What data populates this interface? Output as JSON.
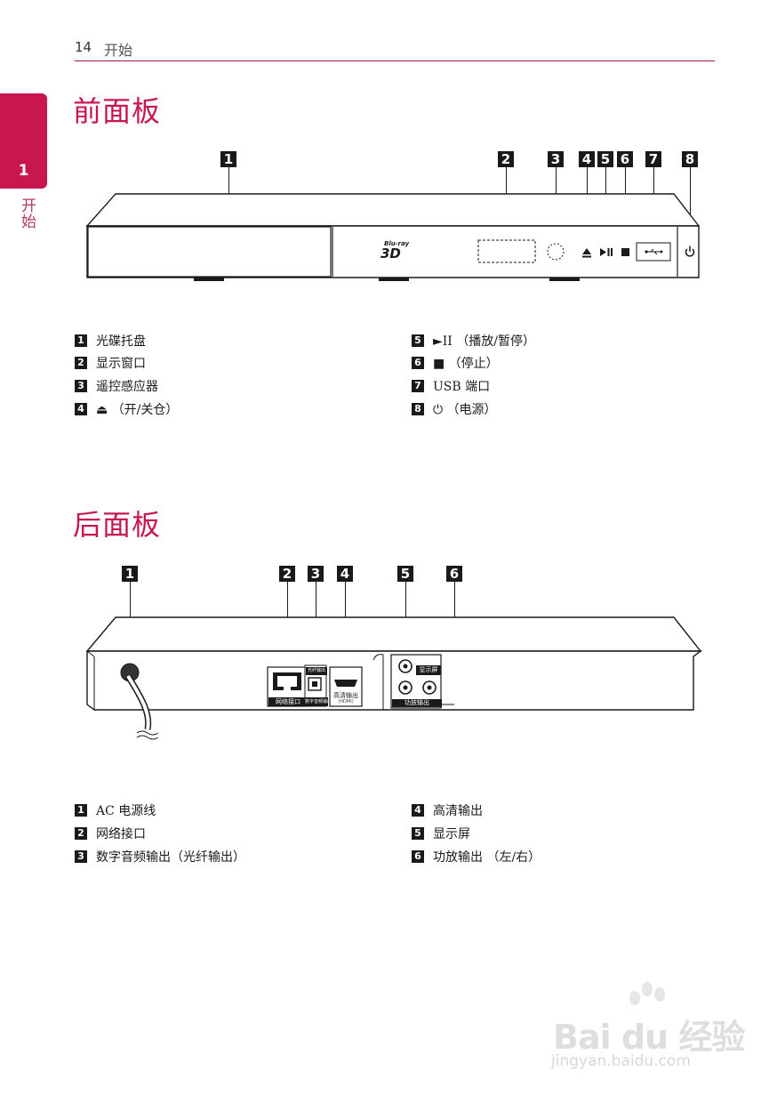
{
  "header": {
    "page_number": "14",
    "chapter": "开始"
  },
  "side_tab": {
    "number": "1",
    "label": "开始"
  },
  "front_panel": {
    "title": "前面板",
    "callouts": [
      "1",
      "2",
      "3",
      "4",
      "5",
      "6",
      "7",
      "8"
    ],
    "device_logo": {
      "line1": "Blu-ray",
      "line2": "3D"
    },
    "items": [
      {
        "num": "1",
        "text": "光碟托盘"
      },
      {
        "num": "2",
        "text": "显示窗口"
      },
      {
        "num": "3",
        "text": "遥控感应器"
      },
      {
        "num": "4",
        "text": "⏏ （开/关仓）"
      },
      {
        "num": "5",
        "text": "►II （播放/暂停）"
      },
      {
        "num": "6",
        "text": "■ （停止）"
      },
      {
        "num": "7",
        "text": "USB 端口"
      },
      {
        "num": "8",
        "text": "⏻ （电源）"
      }
    ]
  },
  "rear_panel": {
    "title": "后面板",
    "callouts": [
      "1",
      "2",
      "3",
      "4",
      "5",
      "6"
    ],
    "port_labels": {
      "lan": "网络接口",
      "optical_top": "光纤输出",
      "optical": "数字音频输出",
      "hdmi": "高清输出",
      "hdmi_sub": "(HDMI)",
      "display": "显示屏",
      "amp": "功放输出"
    },
    "items": [
      {
        "num": "1",
        "text": "AC 电源线"
      },
      {
        "num": "2",
        "text": "网络接口"
      },
      {
        "num": "3",
        "text": "数字音频输出（光纤输出）"
      },
      {
        "num": "4",
        "text": "高清输出"
      },
      {
        "num": "5",
        "text": "显示屏"
      },
      {
        "num": "6",
        "text": "功放输出 （左/右）"
      }
    ]
  },
  "watermark": {
    "logo": "Bai du 经验",
    "url": "jingyan.baidu.com"
  },
  "colors": {
    "accent": "#c8174f",
    "ink": "#1a1a1a"
  }
}
